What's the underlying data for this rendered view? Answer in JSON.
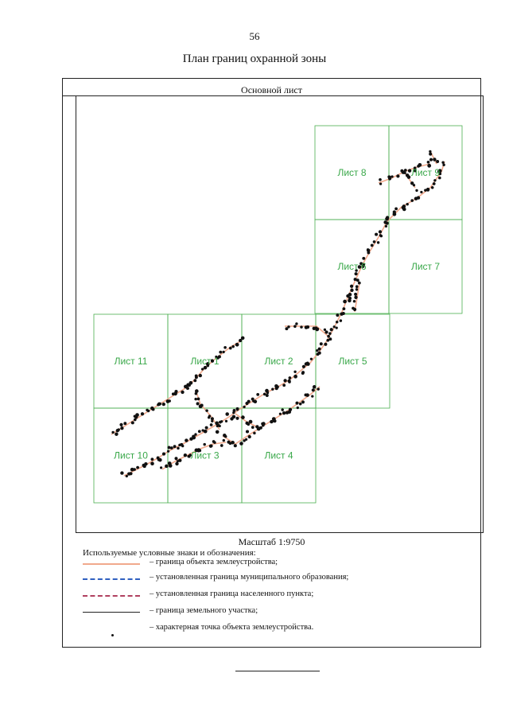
{
  "page_number": "56",
  "title": "План границ охранной зоны",
  "sheet_caption": "Основной лист",
  "scale": "Масштаб 1:9750",
  "grid_color": "#4caf50",
  "route_color": "#f1a98c",
  "sheets": [
    {
      "id": "8",
      "label": "Лист 8"
    },
    {
      "id": "9",
      "label": "Лист 9"
    },
    {
      "id": "6",
      "label": "Лист 6"
    },
    {
      "id": "7",
      "label": "Лист 7"
    },
    {
      "id": "11",
      "label": "Лист 11"
    },
    {
      "id": "1",
      "label": "Лист 1"
    },
    {
      "id": "2",
      "label": "Лист 2"
    },
    {
      "id": "5",
      "label": "Лист 5"
    },
    {
      "id": "10",
      "label": "Лист 10"
    },
    {
      "id": "3",
      "label": "Лист 3"
    },
    {
      "id": "4",
      "label": "Лист 4"
    }
  ],
  "legend": {
    "title": "Используемые условные знаки и обозначения:",
    "items": [
      {
        "symbol": "orange-line",
        "color": "#f1a98c",
        "text": "– граница объекта землеустройства;"
      },
      {
        "symbol": "blue-dash-line",
        "color": "#3060c0",
        "text": "– установленная граница муниципального образования;"
      },
      {
        "symbol": "red-dash-line",
        "color": "#b04060",
        "text": "– установленная граница населенного пункта;"
      },
      {
        "symbol": "black-line",
        "color": "#222222",
        "text": "– граница земельного участка;"
      },
      {
        "symbol": "black-dot",
        "color": "#111111",
        "text": "– характерная точка объекта землеустройства."
      }
    ]
  }
}
